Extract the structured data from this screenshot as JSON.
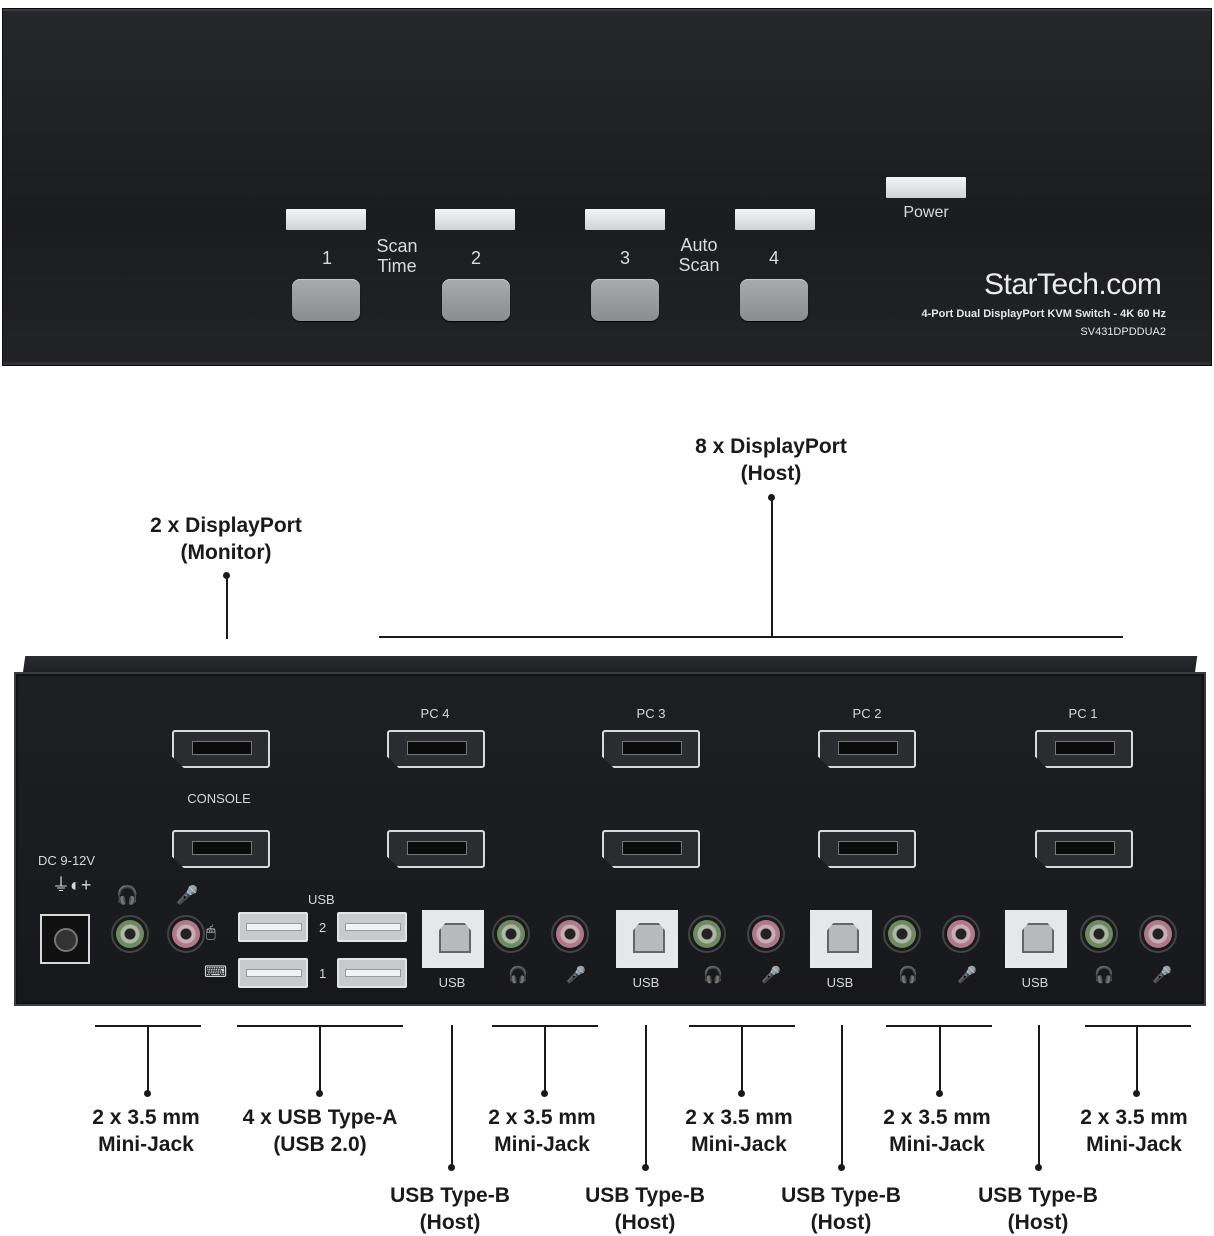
{
  "front_panel": {
    "buttons": [
      "1",
      "2",
      "3",
      "4"
    ],
    "scan_time": "Scan\nTime",
    "auto_scan": "Auto\nScan",
    "power": "Power",
    "brand": "StarTech.com",
    "product": "4-Port Dual DisplayPort KVM Switch - 4K 60 Hz",
    "model": "SV431DPDDUA2"
  },
  "back_panel": {
    "pc_labels": [
      "PC 4",
      "PC 3",
      "PC 2",
      "PC 1"
    ],
    "console": "CONSOLE",
    "dc": "DC 9-12V",
    "usb": "USB",
    "usb_port_numbers": [
      "2",
      "1"
    ],
    "usb_b_label": "USB"
  },
  "annotations": {
    "top": [
      {
        "line1": "2 x DisplayPort",
        "line2": "(Monitor)"
      },
      {
        "line1": "8 x DisplayPort",
        "line2": "(Host)"
      }
    ],
    "bottom": [
      {
        "line1": "2 x 3.5 mm",
        "line2": "Mini-Jack"
      },
      {
        "line1": "4 x USB Type-A",
        "line2": "(USB 2.0)"
      },
      {
        "line1": "2 x 3.5 mm",
        "line2": "Mini-Jack"
      },
      {
        "line1": "2 x 3.5 mm",
        "line2": "Mini-Jack"
      },
      {
        "line1": "2 x 3.5 mm",
        "line2": "Mini-Jack"
      },
      {
        "line1": "2 x 3.5 mm",
        "line2": "Mini-Jack"
      }
    ],
    "usb_b": [
      {
        "line1": "USB Type-B",
        "line2": "(Host)"
      },
      {
        "line1": "USB Type-B",
        "line2": "(Host)"
      },
      {
        "line1": "USB Type-B",
        "line2": "(Host)"
      },
      {
        "line1": "USB Type-B",
        "line2": "(Host)"
      }
    ]
  }
}
